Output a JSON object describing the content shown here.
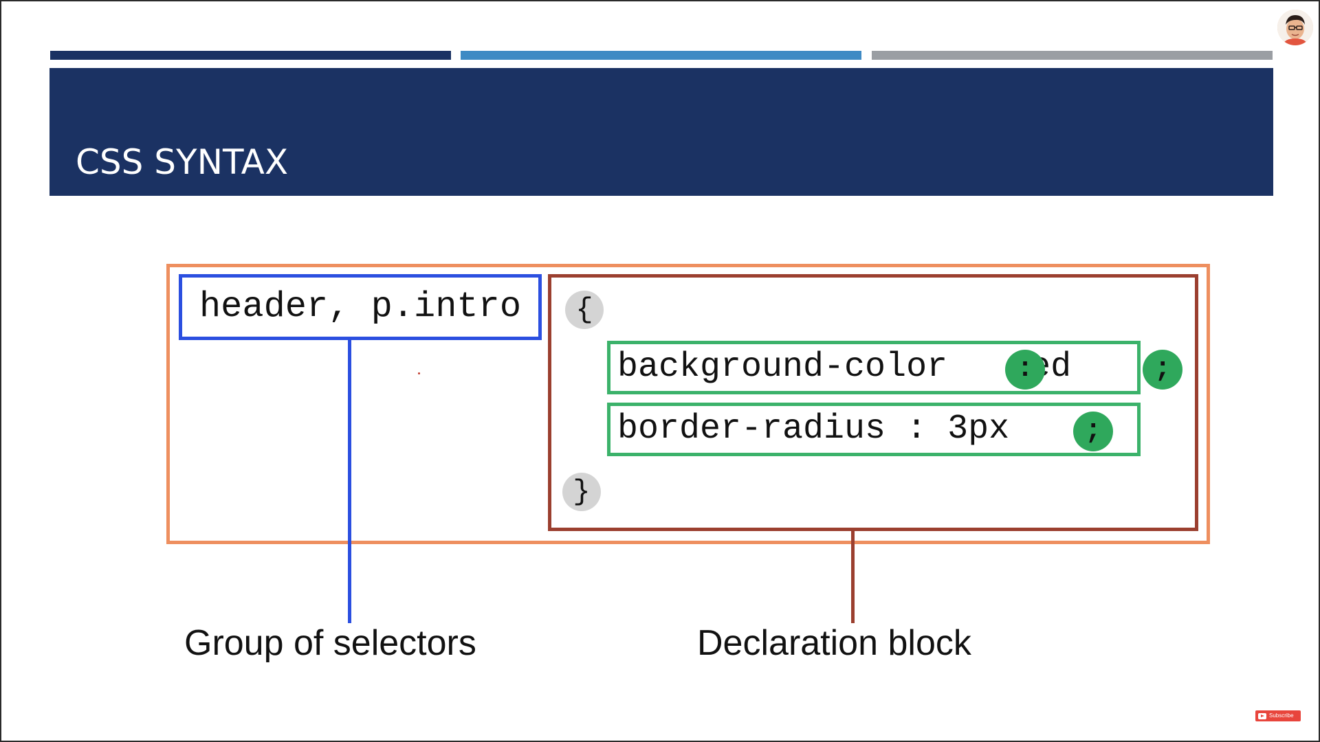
{
  "slide": {
    "title": "CSS SYNTAX"
  },
  "colors": {
    "bar_1": "#1b3263",
    "bar_2": "#3f8ac4",
    "bar_3": "#9a9ea3",
    "banner": "#1b3263",
    "outer_rule": "#ee8f5f",
    "selector_group": "#2b4fe0",
    "declaration_block": "#9b3f2f",
    "declaration": "#3bb26a",
    "separator_circle": "#2fa85c",
    "brace_circle": "#d4d4d4",
    "cursor_dot": "#c0392b",
    "subscribe_badge": "#e8453c"
  },
  "diagram": {
    "selectors": "header, p.intro",
    "open_brace": "{",
    "close_brace": "}",
    "declarations": [
      {
        "text": "background-color   red"
      },
      {
        "text": "border-radius : 3px"
      }
    ],
    "colon_symbol": ":",
    "semicolon_symbol": ";",
    "captions": {
      "selectors": "Group of selectors",
      "declaration_block": "Declaration block"
    }
  },
  "icons": {
    "avatar": "presenter-avatar-icon",
    "subscribe": "youtube-subscribe-icon"
  },
  "watermark": {
    "subscribe_label": "Subscribe"
  }
}
